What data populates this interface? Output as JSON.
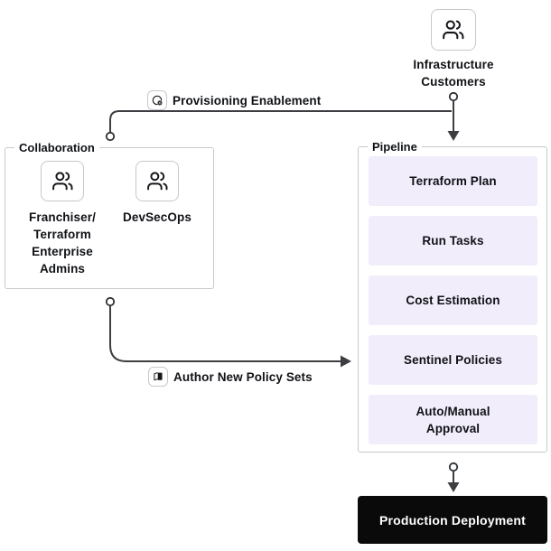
{
  "colors": {
    "stage_bg": "#f2edfb",
    "connector_line": "#3c3e42",
    "production_bg": "#0a0a0b",
    "group_border": "#c7c9cd",
    "text": "#101216"
  },
  "nodes": {
    "infrastructure_customers": {
      "label": "Infrastructure\nCustomers",
      "icon": "users-icon"
    },
    "production_deployment": {
      "label": "Production Deployment"
    }
  },
  "edges": {
    "provisioning_enablement": {
      "label": "Provisioning Enablement",
      "icon": "gear-cycle-icon"
    },
    "author_new_policy_sets": {
      "label": "Author New Policy Sets",
      "icon": "book-icon"
    }
  },
  "groups": {
    "collaboration": {
      "title": "Collaboration",
      "members": [
        {
          "label": "Franchiser/\nTerraform\nEnterprise\nAdmins",
          "icon": "users-icon"
        },
        {
          "label": "DevSecOps",
          "icon": "users-icon"
        }
      ]
    },
    "pipeline": {
      "title": "Pipeline",
      "stages": [
        "Terraform Plan",
        "Run Tasks",
        "Cost Estimation",
        "Sentinel Policies",
        "Auto/Manual\nApproval"
      ]
    }
  }
}
